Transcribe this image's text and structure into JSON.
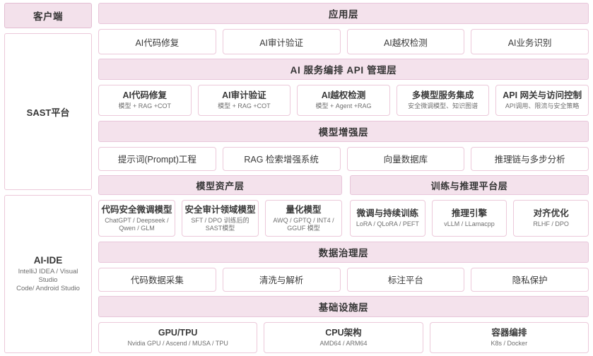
{
  "rail": {
    "client": {
      "label": "客户端"
    },
    "sast": {
      "title": "SAST平台"
    },
    "ide": {
      "title": "AI-IDE",
      "sub_line1": "IntelliJ IDEA / Visual",
      "sub_line2": "Studio",
      "sub_line3": "Code/ Android Studio"
    }
  },
  "colors": {
    "header_fill": "#f4e2ec",
    "header_border": "#e8c6da",
    "card_border": "#ecc9da",
    "text": "#3a3a3a",
    "sub_text": "#6f6f6f"
  },
  "layers": [
    {
      "id": "application",
      "title": "应用层",
      "cards": [
        {
          "title": "AI代码修复"
        },
        {
          "title": "AI审计验证"
        },
        {
          "title": "AI越权检测"
        },
        {
          "title": "AI业务识别"
        }
      ]
    },
    {
      "id": "api-orchestration",
      "title": "AI 服务编排 API 管理层",
      "cards": [
        {
          "title": "AI代码修复",
          "sub": "模型 + RAG +COT"
        },
        {
          "title": "AI审计验证",
          "sub": "模型 + RAG +COT"
        },
        {
          "title": "AI越权检测",
          "sub": "模型 + Agent +RAG"
        },
        {
          "title": "多模型服务集成",
          "sub": "安全微调模型、知识图谱"
        },
        {
          "title": "API 网关与访问控制",
          "sub": "API调用、限流与安全策略"
        }
      ]
    },
    {
      "id": "model-enhancement",
      "title": "模型增强层",
      "cards": [
        {
          "title": "提示词(Prompt)工程"
        },
        {
          "title": "RAG 检索增强系统"
        },
        {
          "title": "向量数据库"
        },
        {
          "title": "推理链与多步分析"
        }
      ]
    },
    {
      "id": "model-assets",
      "title": "模型资产层",
      "cards": [
        {
          "title": "代码安全微调模型",
          "sub": "ChatGPT / Deepseek /\nQwen / GLM"
        },
        {
          "title": "安全审计领域模型",
          "sub": "SFT / DPO 训练后的\nSAST模型"
        },
        {
          "title": "量化模型",
          "sub": "AWQ / GPTQ / INT4 /\nGGUF 模型"
        }
      ]
    },
    {
      "id": "training-inference",
      "title": "训练与推理平台层",
      "cards": [
        {
          "title": "微调与持续训练",
          "sub": "LoRA / QLoRA / PEFT"
        },
        {
          "title": "推理引擎",
          "sub": "vLLM / LLamacpp"
        },
        {
          "title": "对齐优化",
          "sub": "RLHF / DPO"
        }
      ]
    },
    {
      "id": "data-governance",
      "title": "数据治理层",
      "cards": [
        {
          "title": "代码数据采集"
        },
        {
          "title": "清洗与解析"
        },
        {
          "title": "标注平台"
        },
        {
          "title": "隐私保护"
        }
      ]
    },
    {
      "id": "infrastructure",
      "title": "基础设施层",
      "cards": [
        {
          "title": "GPU/TPU",
          "sub": "Nvidia GPU / Ascend / MUSA / TPU"
        },
        {
          "title": "CPU架构",
          "sub": "AMD64 / ARM64"
        },
        {
          "title": "容器编排",
          "sub": "K8s / Docker"
        }
      ]
    }
  ]
}
